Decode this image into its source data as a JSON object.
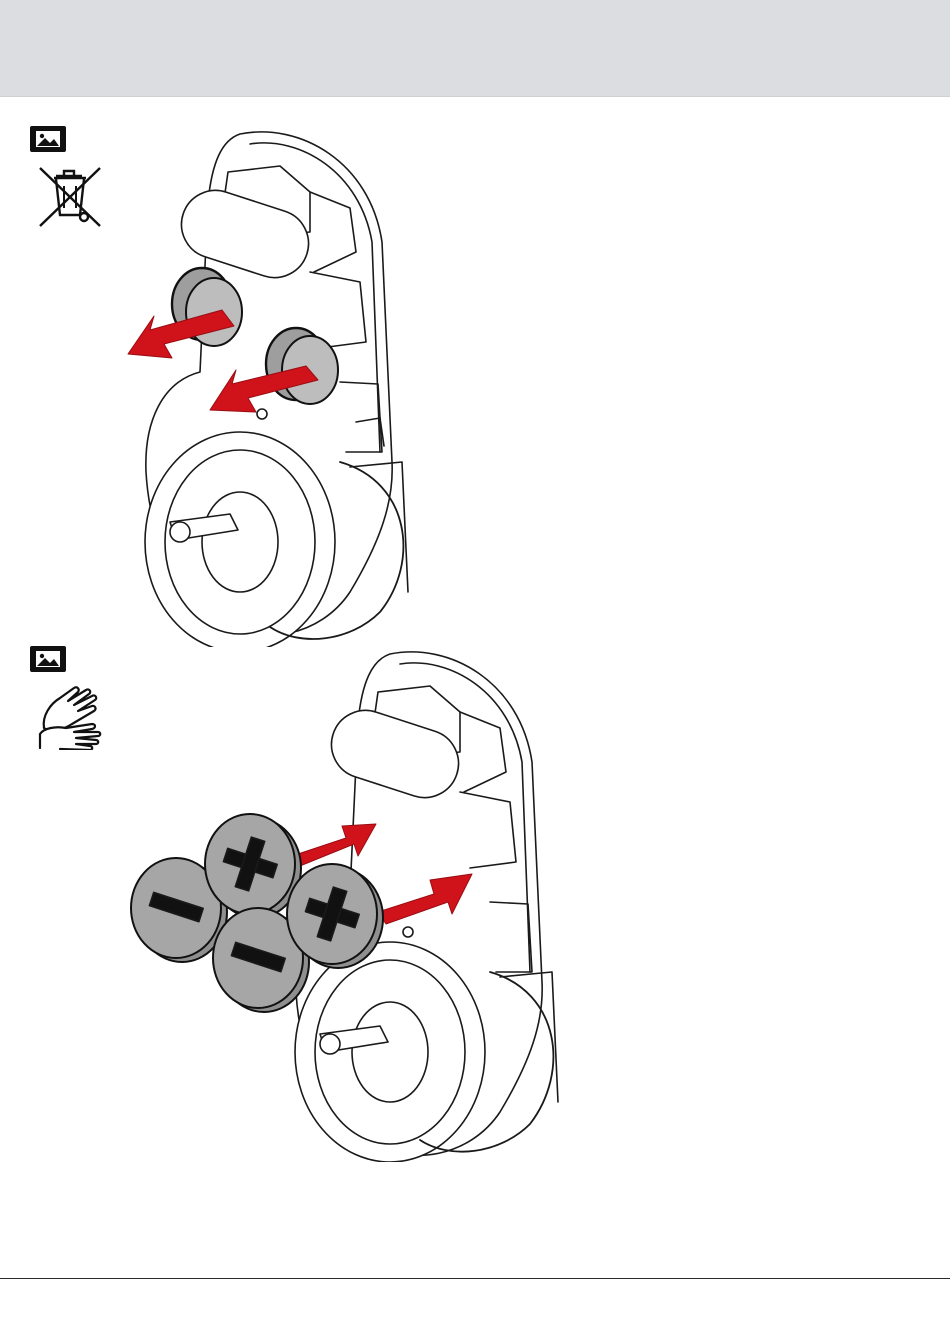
{
  "page": {
    "header_band_color": "#dcdde0",
    "accent_color": "#d0121b"
  },
  "steps": [
    {
      "badge_icon": "image-icon",
      "side_icon": "crossed-out-wheelie-bin-icon",
      "figure": "remove-batteries-illustration",
      "arrows": "out"
    },
    {
      "badge_icon": "image-icon",
      "side_icon": "hands-icon",
      "figure": "insert-batteries-illustration",
      "arrows": "in",
      "battery_marks": [
        "−",
        "+",
        "−",
        "+"
      ]
    }
  ]
}
